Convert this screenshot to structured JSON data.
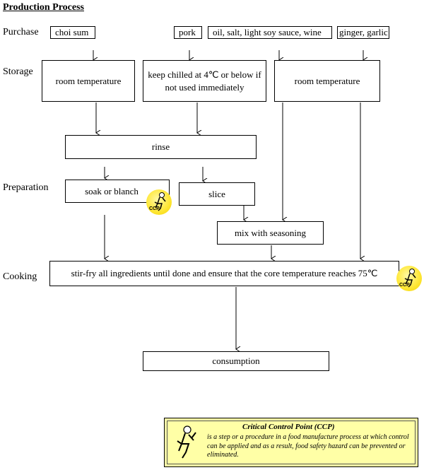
{
  "title": "Production Process",
  "rows": {
    "purchase": "Purchase",
    "storage": "Storage",
    "preparation": "Preparation",
    "cooking": "Cooking"
  },
  "purchase_items": {
    "choi_sum": "choi sum",
    "pork": "pork",
    "seasonings": "oil, salt, light soy sauce, wine",
    "ginger": "ginger, garlic"
  },
  "storage": {
    "room_temp_1": "room temperature",
    "chilled": "keep chilled at 4℃ or below if not used immediately",
    "room_temp_2": "room temperature"
  },
  "steps": {
    "rinse": "rinse",
    "soak": "soak or blanch",
    "slice": "slice",
    "mix": "mix with seasoning",
    "stir_fry": "stir-fry all ingredients until done and ensure that the core temperature reaches 75℃",
    "consumption": "consumption"
  },
  "ccp_badge": "CCP",
  "legend": {
    "title": "Critical Control Point (CCP)",
    "text": "is a step or a procedure in a food manufacture process at which control can be applied and as a result, food safety hazard can be prevented or eliminated."
  }
}
